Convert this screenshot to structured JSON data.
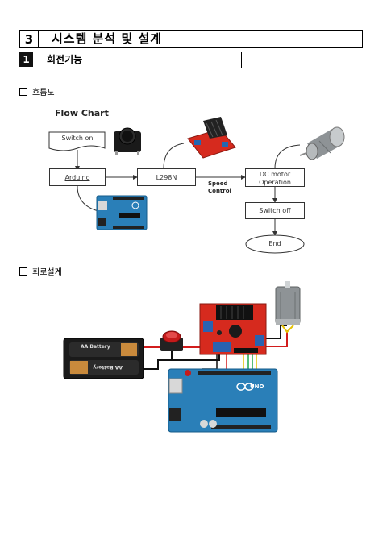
{
  "section": {
    "number": "3",
    "title": "시스템 분석 및 설계"
  },
  "subsection": {
    "number": "1",
    "title": "회전기능"
  },
  "bullets": {
    "flowchart": "흐름도",
    "circuit": "회로설계"
  },
  "flowchart": {
    "title": "Flow Chart",
    "nodes": {
      "switch_on": "Switch on",
      "arduino": "Arduino",
      "l298n": "L298N",
      "dc_motor_line1": "DC motor",
      "dc_motor_line2": "Operation",
      "switch_off": "Switch off",
      "end": "End"
    },
    "edge_label_line1": "Speed",
    "edge_label_line2": "Control"
  },
  "circuit": {
    "battery_top_label": "AA Battery",
    "battery_bottom_label": "AA Battery",
    "board_logo": "UNO"
  },
  "colors": {
    "l298n_board": "#d62a1e",
    "heatsink": "#1f6fae",
    "arduino_board": "#2a7fb8",
    "red_wire": "#d21c1c",
    "black_wire": "#111111",
    "yellow_wire": "#e6c200",
    "green_wire": "#1ea84a"
  }
}
